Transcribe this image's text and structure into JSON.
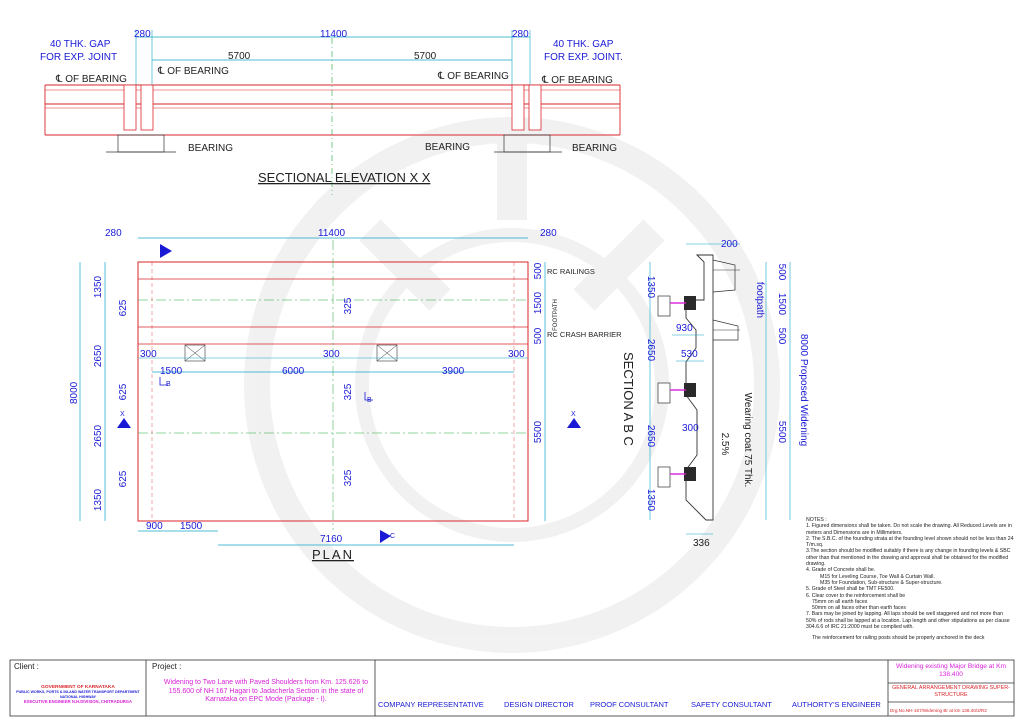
{
  "elevation": {
    "gap_left": "40 THK. GAP",
    "gap_left_sub": "FOR EXP. JOINT",
    "gap_right": "40 THK. GAP",
    "gap_right_sub": "FOR EXP. JOINT.",
    "dim_top_left": "280",
    "dim_top_mid": "11400",
    "dim_top_right": "280",
    "span_left": "5700",
    "span_right": "5700",
    "cl_bearing_1": "℄ OF BEARING",
    "cl_bearing_2": "℄ OF BEARING",
    "cl_bearing_3": "℄ OF BEARING",
    "cl_bearing_4": "℄ OF BEARING",
    "bearing_1": "BEARING",
    "bearing_2": "BEARING",
    "bearing_3": "BEARING",
    "title": "SECTIONAL ELEVATION X X"
  },
  "plan": {
    "title": "PLAN",
    "dim_left": "280",
    "dim_mid": "11400",
    "dim_right": "280",
    "total_height": "8000",
    "left_dims": [
      "1350",
      "625",
      "2650",
      "625",
      "2650",
      "625",
      "1350"
    ],
    "rc_railings": "RC RAILINGS",
    "footpath": "FOOTPATH",
    "rc_crash_barrier": "RC CRASH BARRIER",
    "right_500_top": "500",
    "right_1500": "1500",
    "right_500_bot": "500",
    "right_5500": "5500",
    "dim_325_a": "325",
    "dim_325_b": "325",
    "dim_325_c": "325",
    "dim_300_left": "300",
    "dim_300_mid": "300",
    "dim_300_right": "300",
    "dim_1500": "1500",
    "dim_6000": "6000",
    "dim_3900": "3900",
    "bottom_900": "900",
    "bottom_1500": "1500",
    "bottom_7160": "7160",
    "marker_x_left": "X",
    "marker_x_right": "X",
    "marker_b_left": "B",
    "marker_b_mid": "B",
    "marker_c": "C"
  },
  "section": {
    "title": "SECTION A B C",
    "dim_200": "200",
    "dim_500_top": "500",
    "dim_1500": "1500",
    "footpath": "footpath",
    "dim_500_bot": "500",
    "dim_930": "930",
    "dim_530": "530",
    "dim_300": "300",
    "dim_5500": "5500",
    "proposed_widening": "8000 Proposed Widening",
    "wearing_coat": "Wearing coat 75 Thk.",
    "slope": "2.5%",
    "left_dims": [
      "1350",
      "2650",
      "2650",
      "1350"
    ],
    "dim_336": "336"
  },
  "notes": {
    "heading": "NOTES :",
    "items": [
      "1. Figured dimensions shall be taken. Do not scale the drawing. All Reduced Levels are in meters and Dimensions are in Millimeters.",
      "2. The S.B.C. of the founding strata at the founding level shown should not be less than 24 T/m.sq.",
      "3.The section should be modified suitably if there is any change in founding levels & SBC other than that mentioned in the drawing and approval shall be obtained for the modified drawing.",
      "4. Grade of Concrete shall be.",
      "M15 for Leveling Course, Toe Wall & Curtain Wall.",
      "M35 for Foundation, Sub-structure & Super-structure.",
      "5. Grade of Steel shall be TMT FE500.",
      "6. Clear cover to the reinforcement shall be",
      "75mm on all earth faces",
      "50mm on all faces other than earth faces",
      "7. Bars may be joined by lapping. All laps should be well staggered and not more than 50% of rods shall be lapped at a location. Lap length and other stipulations as per clause 304.6.6 of IRC 21:2000 must be complied with.",
      "The reinforcement for railing posts should be properly anchored in the deck"
    ]
  },
  "title_block": {
    "client_label": "Client :",
    "gov": "GOVERNMENT OF KARNATAKA",
    "dept": "PUBLIC WORKS, PORTS & INLAND WATER TRANSPORT DEPARTMENT",
    "nh": "NATIONAL HIGHWAY",
    "exec": "EXECUTIVE ENGINEER N.H.DIVISION, CHITRADURGA",
    "project_label": "Project :",
    "project_text": "Widening to Two Lane with Paved Shoulders from Km. 125.626 to 155.600 of NH 167 Hagari to Jadacherla Section in the state of Karnataka on EPC Mode (Package - I).",
    "company_rep": "COMPANY REPRESENTATIVE",
    "design_director": "DESIGN DIRECTOR",
    "proof_consultant": "PROOF CONSULTANT",
    "safety_consultant": "SAFETY CONSULTANT",
    "authority_engineer": "AUTHORTY'S ENGINEER",
    "drawing_title_1": "Widening existing Major Bridge at Km 138.400",
    "drawing_title_2": "GENERAL ARRANGEMENT DRAWING SUPER-STRUCTURE",
    "drawing_no": "Drg.No.NH-167/Widening Br at km 138.40/2/R2"
  },
  "colors": {
    "outline": "#d9262b",
    "dim": "#14a6c9",
    "text": "#1a1ad6",
    "axis": "#22a83a",
    "magenta": "#d81fd8"
  }
}
